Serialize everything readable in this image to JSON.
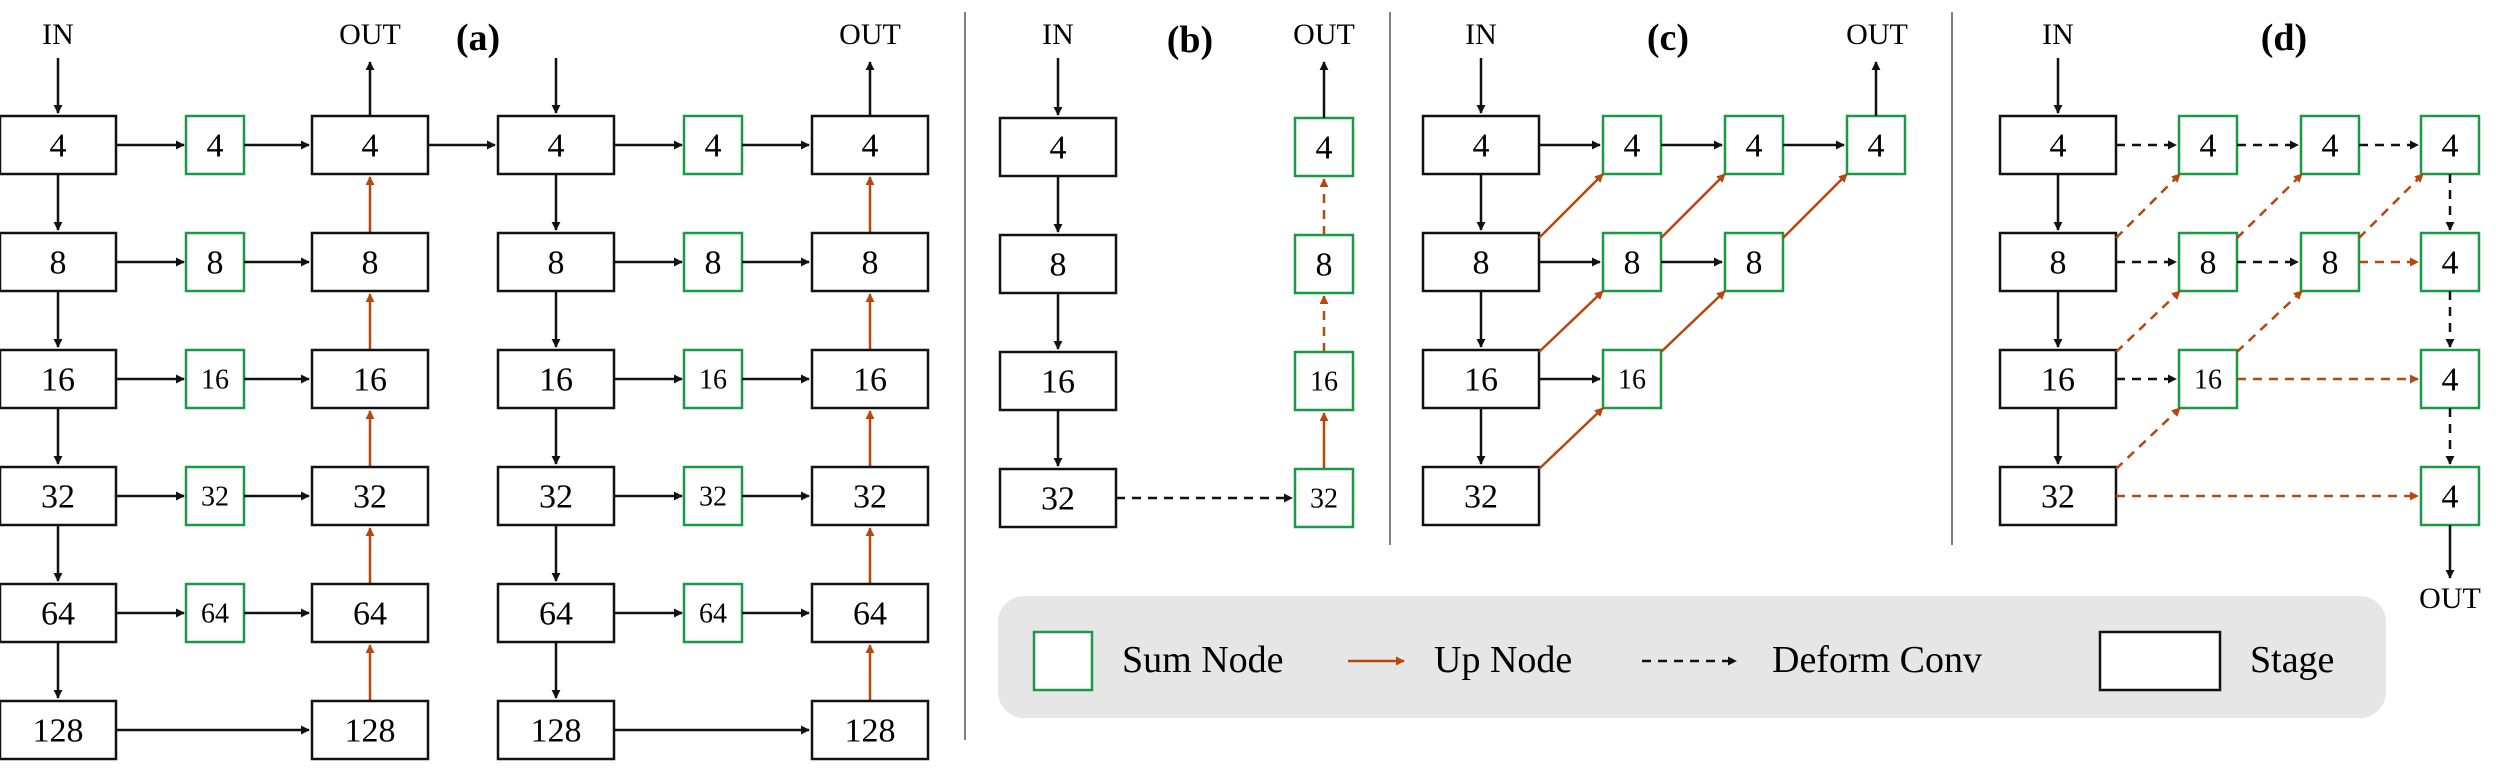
{
  "labels": {
    "in": "IN",
    "out": "OUT"
  },
  "panels": {
    "a": {
      "tag": "(a)"
    },
    "b": {
      "tag": "(b)"
    },
    "c": {
      "tag": "(c)"
    },
    "d": {
      "tag": "(d)"
    }
  },
  "scales": [
    "4",
    "8",
    "16",
    "32",
    "64",
    "128"
  ],
  "legend": {
    "sum_node": "Sum Node",
    "up_node": "Up Node",
    "deform_conv": "Deform Conv",
    "stage": "Stage"
  },
  "colors": {
    "sum_node": "#1a9a48",
    "up_arrow": "#b5470f",
    "stroke": "#111111",
    "legend_bg": "#e6e6e6",
    "divider": "#7f7f7f"
  }
}
